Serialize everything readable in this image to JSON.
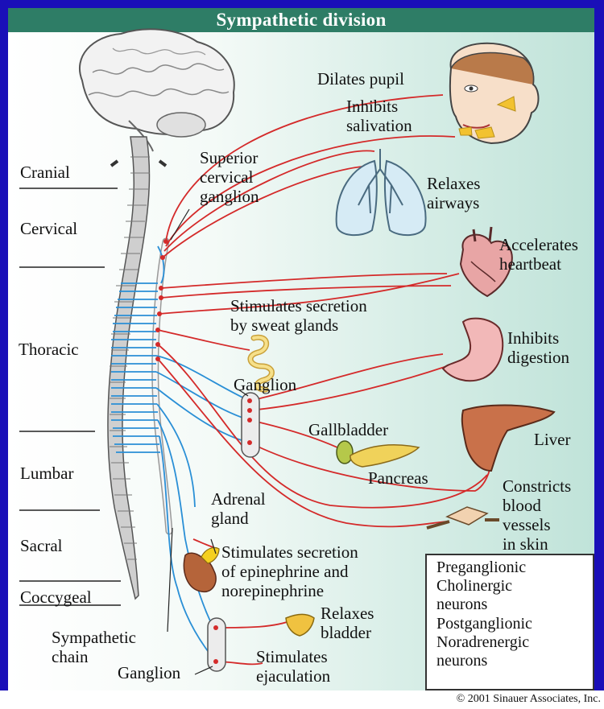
{
  "title": "Sympathetic division",
  "regions": {
    "cranial": "Cranial",
    "cervical": "Cervical",
    "thoracic": "Thoracic",
    "lumbar": "Lumbar",
    "sacral": "Sacral",
    "coccygeal": "Coccygeal"
  },
  "structures": {
    "superior_cervical_ganglion": [
      "Superior",
      "cervical",
      "ganglion"
    ],
    "ganglion_upper": "Ganglion",
    "ganglion_lower": "Ganglion",
    "gallbladder": "Gallbladder",
    "pancreas": "Pancreas",
    "adrenal_gland": [
      "Adrenal",
      "gland"
    ],
    "sympathetic_chain": [
      "Sympathetic",
      "chain"
    ],
    "liver": "Liver"
  },
  "effects": {
    "dilates_pupil": "Dilates pupil",
    "inhibits_salivation": [
      "Inhibits",
      "salivation"
    ],
    "relaxes_airways": [
      "Relaxes",
      "airways"
    ],
    "accelerates_heartbeat": [
      "Accelerates",
      "heartbeat"
    ],
    "stimulates_sweat": [
      "Stimulates secretion",
      "by sweat glands"
    ],
    "inhibits_digestion": [
      "Inhibits",
      "digestion"
    ],
    "constricts_vessels": [
      "Constricts",
      "blood",
      "vessels",
      "in skin"
    ],
    "stimulates_epinephrine": [
      "Stimulates secretion",
      "of epinephrine and",
      "norepinephrine"
    ],
    "relaxes_bladder": [
      "Relaxes",
      "bladder"
    ],
    "stimulates_ejaculation": [
      "Stimulates",
      "ejaculation"
    ]
  },
  "legend": {
    "preganglionic": [
      "Preganglionic",
      "Cholinergic",
      "neurons"
    ],
    "postganglionic": [
      "Postganglionic",
      "Noradrenergic",
      "neurons"
    ]
  },
  "colors": {
    "preganglionic": "#2a8fd6",
    "postganglionic": "#d42a2a",
    "title_bar": "#2e7d66",
    "frame": "#1a0fb8"
  },
  "copyright": "© 2001 Sinauer Associates, Inc."
}
